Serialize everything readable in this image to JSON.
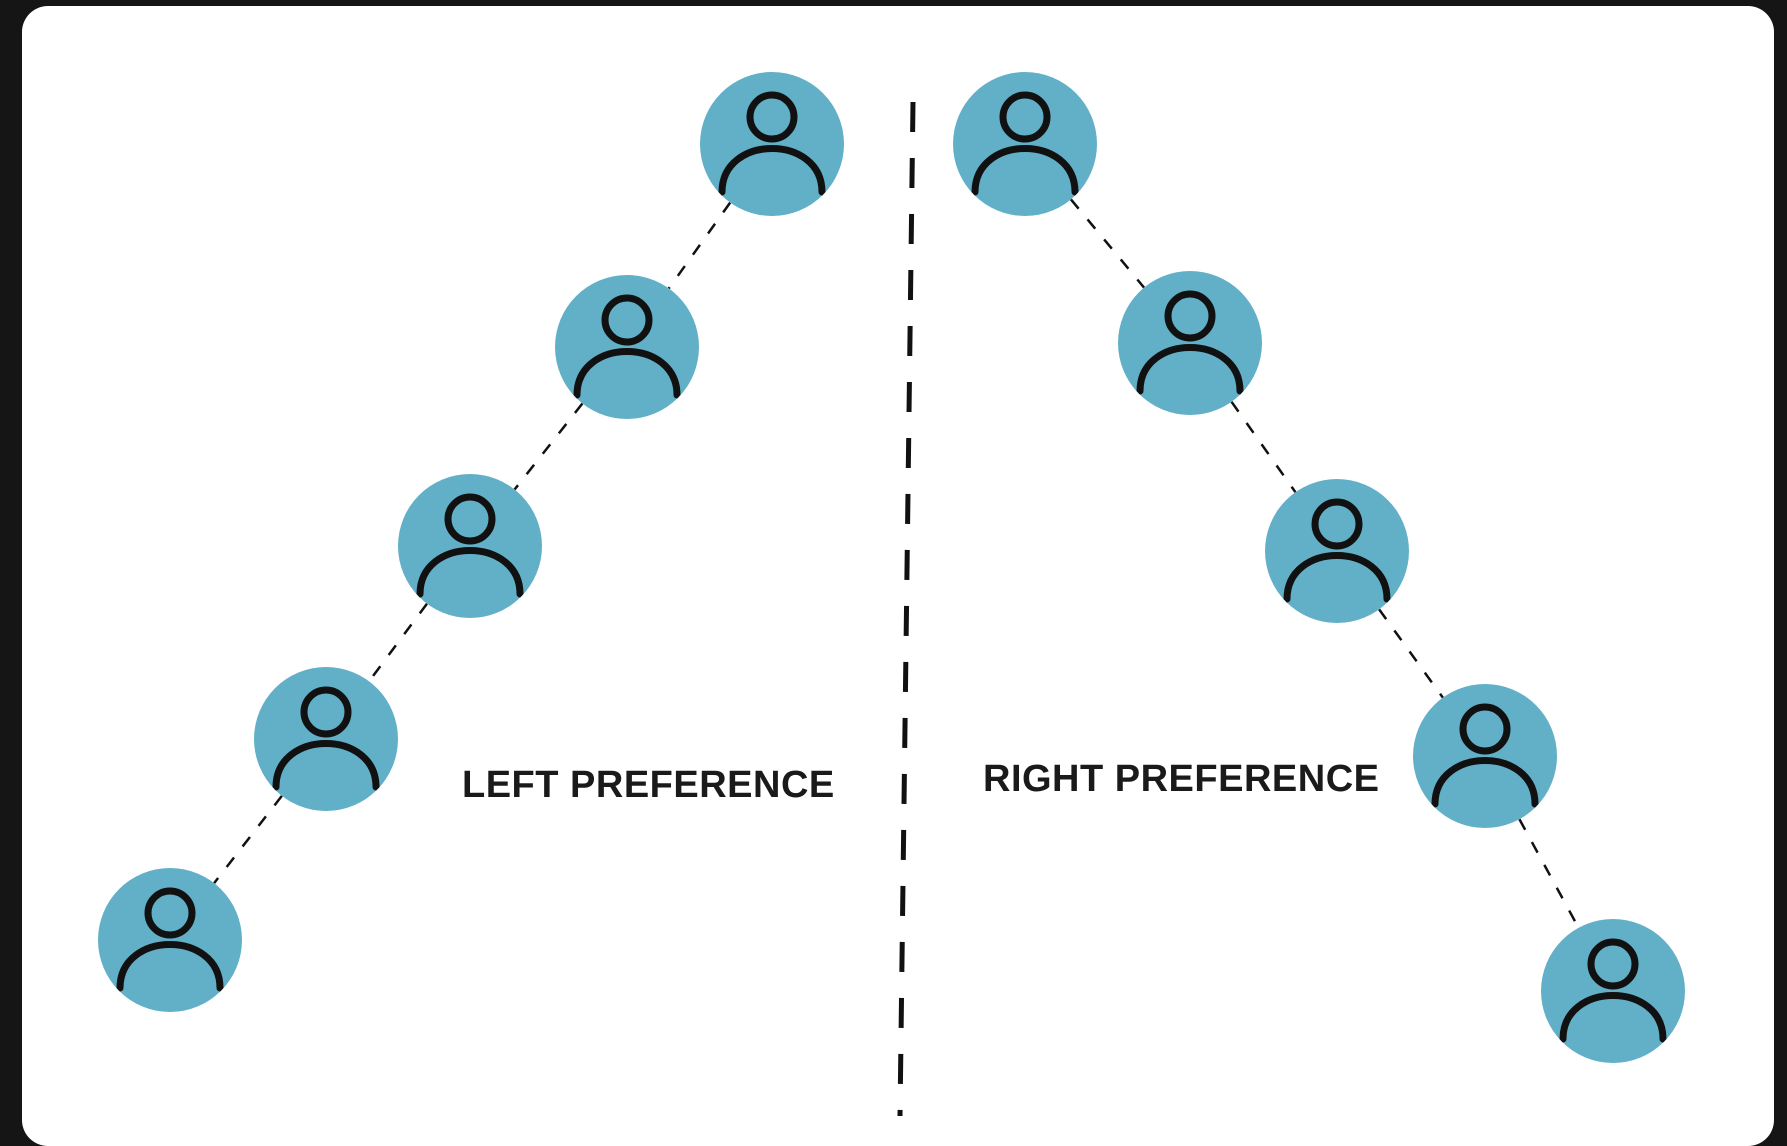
{
  "labels": {
    "left": "LEFT PREFERENCE",
    "right": "RIGHT PREFERENCE"
  },
  "colors": {
    "background": "#151515",
    "panel": "#ffffff",
    "node_fill": "#62b0c8",
    "stroke": "#111111",
    "text": "#1a1a1a"
  },
  "icons": {
    "node": "person-icon"
  },
  "groups": [
    {
      "name": "left-preference",
      "node_count": 5
    },
    {
      "name": "right-preference",
      "node_count": 5
    }
  ]
}
